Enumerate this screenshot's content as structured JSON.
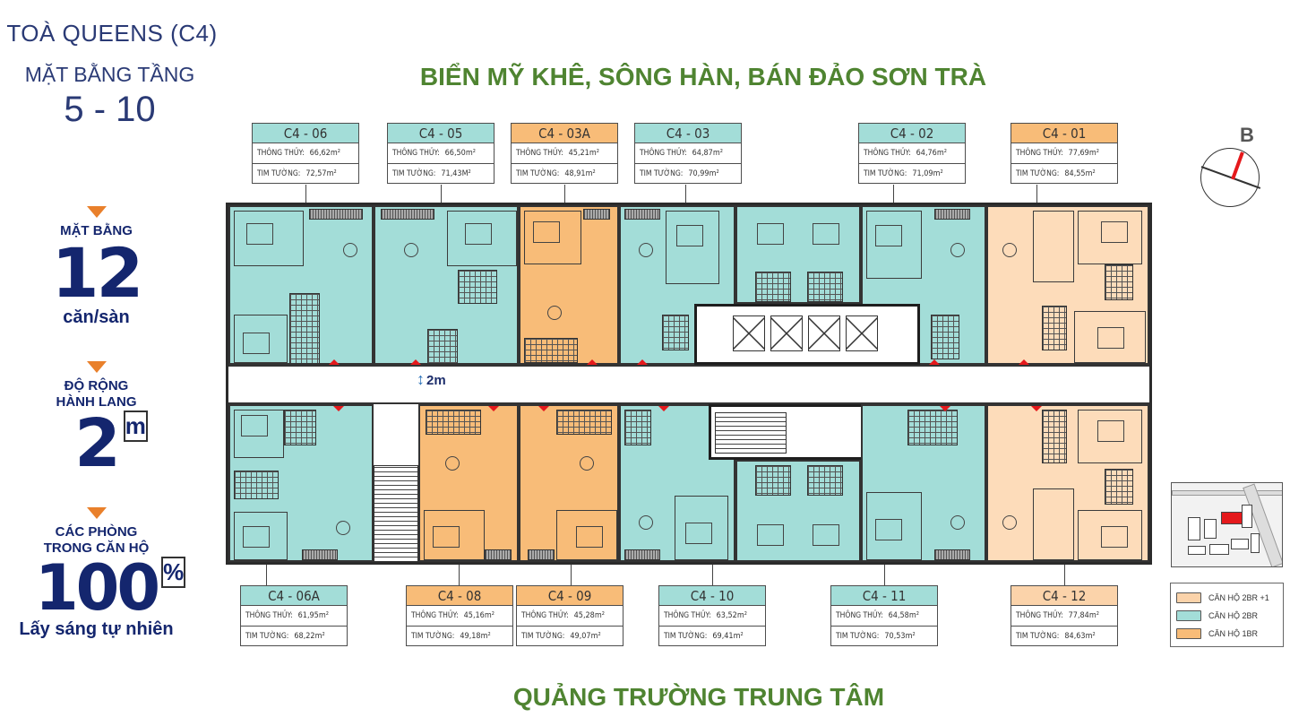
{
  "header": {
    "building": "TOÀ QUEENS (C4)",
    "floor_label": "MẶT BẰNG TẦNG",
    "floor_range": "5 - 10",
    "view_top": "BIỂN MỸ KHÊ, SÔNG HÀN, BÁN ĐẢO SƠN TRÀ",
    "view_bottom": "QUẢNG TRƯỜNG TRUNG TÂM"
  },
  "stats": [
    {
      "caption": "MẶT BẰNG",
      "value": "12",
      "sub": "căn/sàn"
    },
    {
      "caption_line1": "ĐỘ RỘNG",
      "caption_line2": "HÀNH  LANG",
      "value": "2",
      "unit": "m"
    },
    {
      "caption_line1": "CÁC PHÒNG",
      "caption_line2": "TRONG CĂN HỘ",
      "value": "100",
      "unit": "%",
      "sub": "Lấy sáng tự nhiên"
    }
  ],
  "labels": {
    "net_area": "THÔNG THỦY:",
    "gross_area": "TIM TƯỜNG:",
    "corridor_width": "2m",
    "compass_dir": "B"
  },
  "units_top": [
    {
      "code": "C4 - 06",
      "type": "2br",
      "net": "66,62m²",
      "gross": "72,57m²"
    },
    {
      "code": "C4 - 05",
      "type": "2br",
      "net": "66,50m²",
      "gross": "71,43M²"
    },
    {
      "code": "C4 - 03A",
      "type": "1br",
      "net": "45,21m²",
      "gross": "48,91m²"
    },
    {
      "code": "C4 - 03",
      "type": "2br",
      "net": "64,87m²",
      "gross": "70,99m²"
    },
    {
      "code": "C4 - 02",
      "type": "2br",
      "net": "64,76m²",
      "gross": "71,09m²"
    },
    {
      "code": "C4 - 01",
      "type": "2br1",
      "net": "77,69m²",
      "gross": "84,55m²"
    }
  ],
  "units_bottom": [
    {
      "code": "C4 - 06A",
      "type": "2br",
      "net": "61,95m²",
      "gross": "68,22m²"
    },
    {
      "code": "C4 - 08",
      "type": "1br",
      "net": "45,16m²",
      "gross": "49,18m²"
    },
    {
      "code": "C4 - 09",
      "type": "1br",
      "net": "45,28m²",
      "gross": "49,07m²"
    },
    {
      "code": "C4 - 10",
      "type": "2br",
      "net": "63,52m²",
      "gross": "69,41m²"
    },
    {
      "code": "C4 - 11",
      "type": "2br",
      "net": "64,58m²",
      "gross": "70,53m²"
    },
    {
      "code": "C4 - 12",
      "type": "2br1",
      "net": "77,84m²",
      "gross": "84,63m²"
    }
  ],
  "legend": [
    {
      "label": "CĂN HỘ 2BR +1",
      "color": "#fbd3aa"
    },
    {
      "label": "CĂN HỘ 2BR",
      "color": "#a3ddd8"
    },
    {
      "label": "CĂN HỘ 1BR",
      "color": "#f8bc78"
    }
  ],
  "colors": {
    "unit_2br": "#a3ddd8",
    "unit_1br": "#f8bc78",
    "unit_2br_plus1": "#fddcba",
    "heading_green": "#4f8431",
    "navy": "#14266e",
    "accent_orange": "#e9802b",
    "door_red": "#e5191c"
  }
}
